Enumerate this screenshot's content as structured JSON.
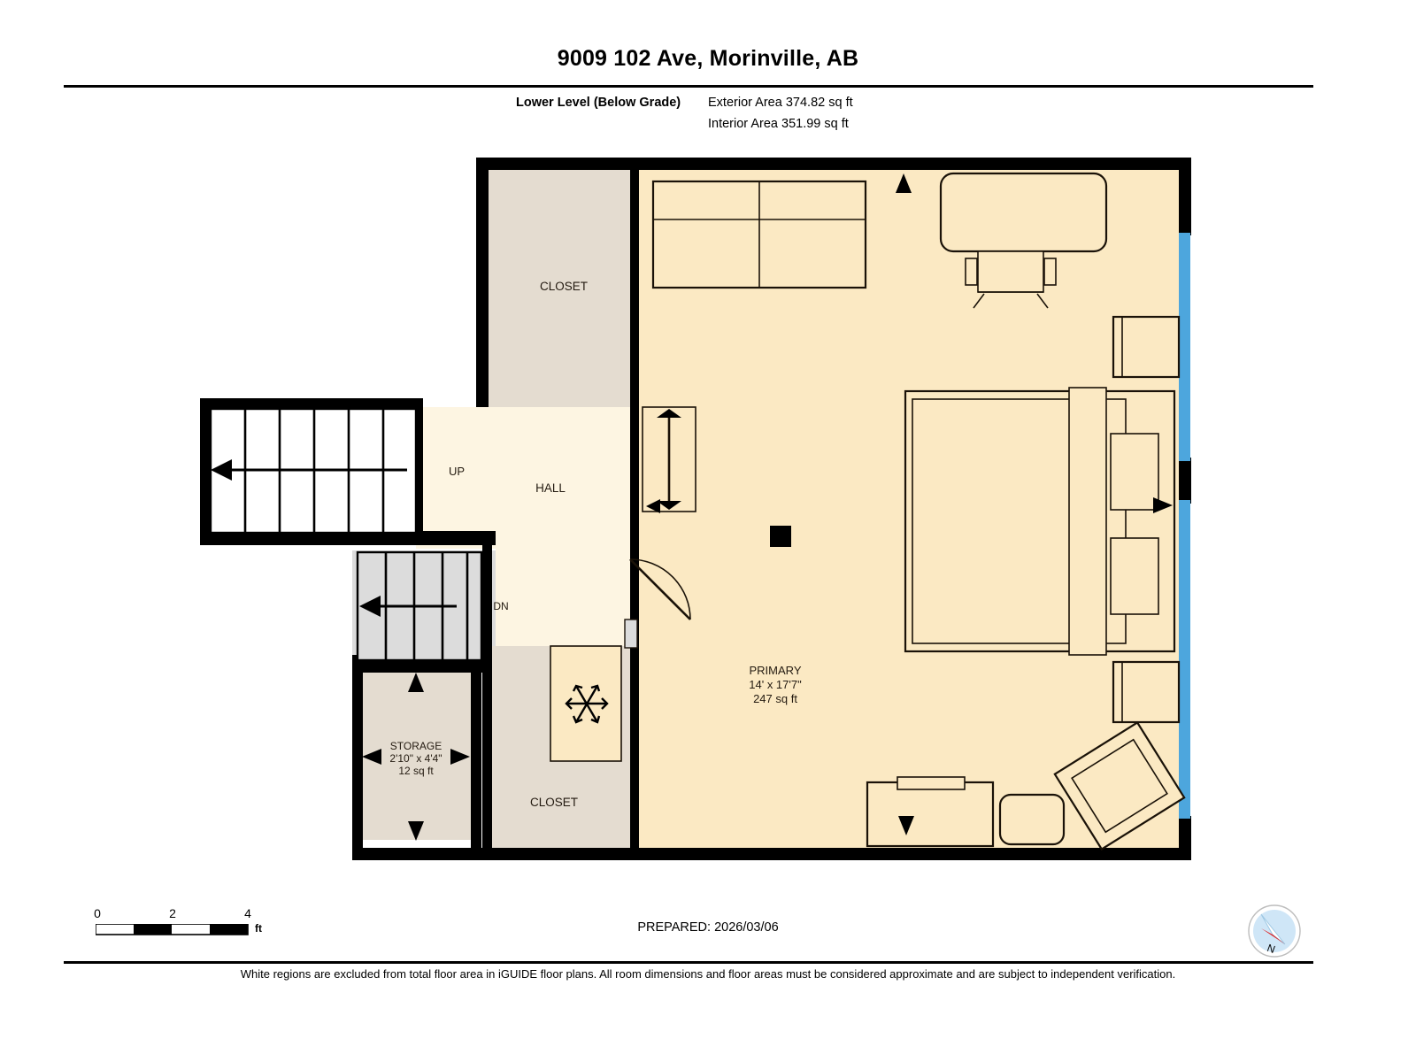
{
  "header": {
    "title": "9009 102 Ave, Morinville, AB",
    "level_label": "Lower Level (Below Grade)",
    "exterior_area": "Exterior Area 374.82 sq ft",
    "interior_area": "Interior Area 351.99 sq ft"
  },
  "rooms": [
    {
      "name": "CLOSET",
      "label": "CLOSET",
      "dims": "",
      "area": ""
    },
    {
      "name": "HALL",
      "label": "HALL",
      "dims": "",
      "area": ""
    },
    {
      "name": "UP",
      "label": "UP",
      "dims": "",
      "area": ""
    },
    {
      "name": "DN",
      "label": "DN",
      "dims": "",
      "area": ""
    },
    {
      "name": "STORAGE",
      "label": "STORAGE",
      "dims": "2'10\" x 4'4\"",
      "area": "12 sq ft"
    },
    {
      "name": "CLOSET2",
      "label": "CLOSET",
      "dims": "",
      "area": ""
    },
    {
      "name": "PRIMARY",
      "label": "PRIMARY",
      "dims": "14' x 17'7\"",
      "area": "247 sq ft"
    }
  ],
  "footer": {
    "scale_ticks": [
      "0",
      "2",
      "4"
    ],
    "scale_unit": "ft",
    "prepared": "PREPARED: 2026/03/06",
    "disclaimer": "White regions are excluded from total floor area in iGUIDE floor plans. All room dimensions and floor areas must be considered approximate and are subject to independent verification.",
    "compass_label": "N"
  },
  "colors": {
    "wall": "#000000",
    "room_fill": "#fbe9c3",
    "closet_fill": "#e4dcd0",
    "hall_fill": "#fdf5e2",
    "stair_gray": "#dcdcdc",
    "stair_white": "#ffffff",
    "window_blue": "#4da6dd",
    "compass_circle": "#cfe6f7",
    "compass_needle": "#e02020"
  }
}
